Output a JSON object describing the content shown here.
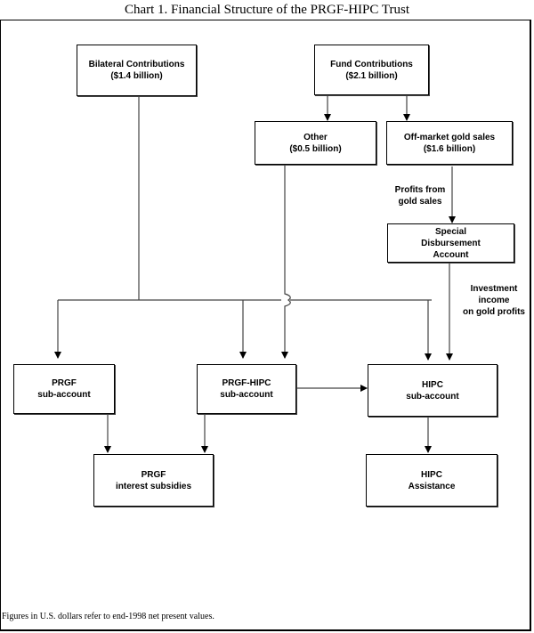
{
  "title": "Chart 1.  Financial Structure of the PRGF-HIPC Trust",
  "nodes": {
    "bilateral": {
      "line1": "Bilateral Contributions",
      "line2": "($1.4 billion)"
    },
    "fund": {
      "line1": "Fund Contributions",
      "line2": "($2.1 billion)"
    },
    "other": {
      "line1": "Other",
      "line2": "($0.5 billion)"
    },
    "gold": {
      "line1": "Off-market gold sales",
      "line2": "($1.6 billion)"
    },
    "sda": {
      "line1": "Special",
      "line2": "Disbursement",
      "line3": "Account"
    },
    "prgf_sub": {
      "line1": "PRGF",
      "line2": "sub-account"
    },
    "prgf_hipc_sub": {
      "line1": "PRGF-HIPC",
      "line2": "sub-account"
    },
    "hipc_sub": {
      "line1": "HIPC",
      "line2": "sub-account"
    },
    "prgf_interest": {
      "line1": "PRGF",
      "line2": "interest subsidies"
    },
    "hipc_assist": {
      "line1": "HIPC",
      "line2": "Assistance"
    }
  },
  "edge_labels": {
    "profits": {
      "line1": "Profits from",
      "line2": "gold sales"
    },
    "investment": {
      "line1": "Investment",
      "line2": "income",
      "line3": "on gold profits"
    }
  },
  "footnote": "Figures in U.S. dollars refer to end-1998 net present values."
}
